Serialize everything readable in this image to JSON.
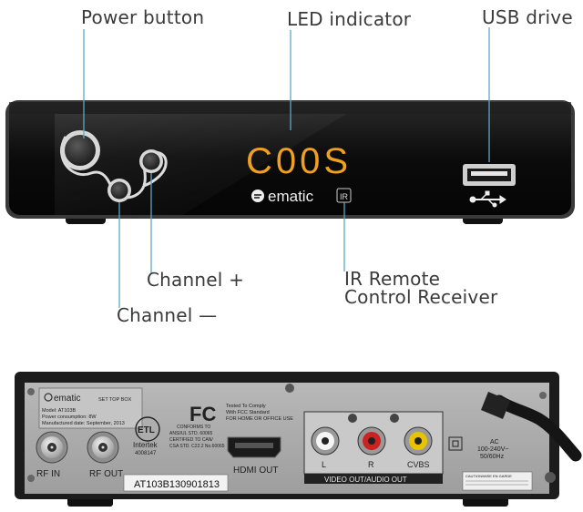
{
  "callouts": {
    "power": "Power button",
    "led": "LED indicator",
    "usb": "USB drive",
    "ch_plus": "Channel +",
    "ch_minus": "Channel —",
    "ir_line1": "IR Remote",
    "ir_line2": "Control Receiver"
  },
  "front_panel": {
    "display": "C00S",
    "brand": "ematic",
    "ir_badge": "IR"
  },
  "rear_panel": {
    "brand": "ematic",
    "model_tag": "SET TOP BOX",
    "label_lines": [
      "Model: AT103B",
      "Power consumption: 8W",
      "Manufactured date: September, 2013"
    ],
    "intertek": "Intertek",
    "intertek_no": "4008147",
    "conforms_lines": [
      "CONFORMS TO",
      "ANSI/UL STD. 60065",
      "CERTIFIED TO CAN/",
      "CSA STD. C22.2 No.60065"
    ],
    "fcc": "FC",
    "fcc_lines": [
      "Tested To Comply",
      "With FCC Standard",
      "FOR HOME OR OFFICE USE"
    ],
    "rf_in": "RF IN",
    "rf_out": "RF OUT",
    "hdmi_out": "HDMI OUT",
    "av_l": "L",
    "av_r": "R",
    "av_cvbs": "CVBS",
    "av_label": "VIDEO OUT/AUDIO OUT",
    "ac_lines": [
      "AC",
      "100-240V~",
      "50/60Hz"
    ],
    "serial": "AT103B130901813",
    "caution": "CAUTION/MISE EN GARDE"
  },
  "colors": {
    "display_led": "#f0a020",
    "body_dark": "#101010",
    "rear_panel": "#a9aaa9",
    "leader_line": "#5aa9c4"
  }
}
